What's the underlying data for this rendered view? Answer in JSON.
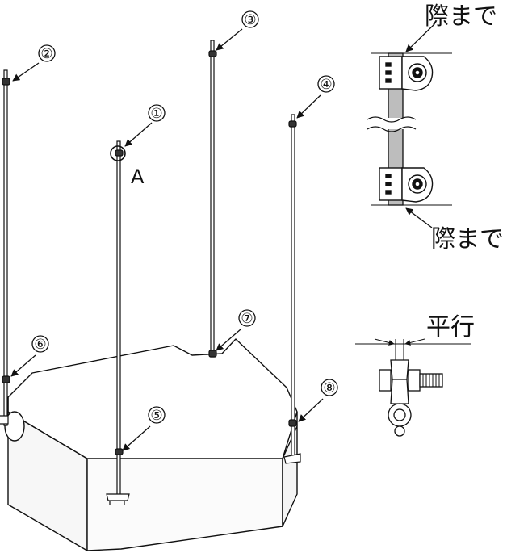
{
  "markers": [
    {
      "id": "m1",
      "label": "①"
    },
    {
      "id": "m2",
      "label": "②"
    },
    {
      "id": "m3",
      "label": "③"
    },
    {
      "id": "m4",
      "label": "④"
    },
    {
      "id": "m5",
      "label": "⑤"
    },
    {
      "id": "m6",
      "label": "⑥"
    },
    {
      "id": "m7",
      "label": "⑦"
    },
    {
      "id": "m8",
      "label": "⑧"
    }
  ],
  "letter_a": "A",
  "detail_top_label": "際まで",
  "detail_bottom_label": "際まで",
  "parallel_label": "平行"
}
